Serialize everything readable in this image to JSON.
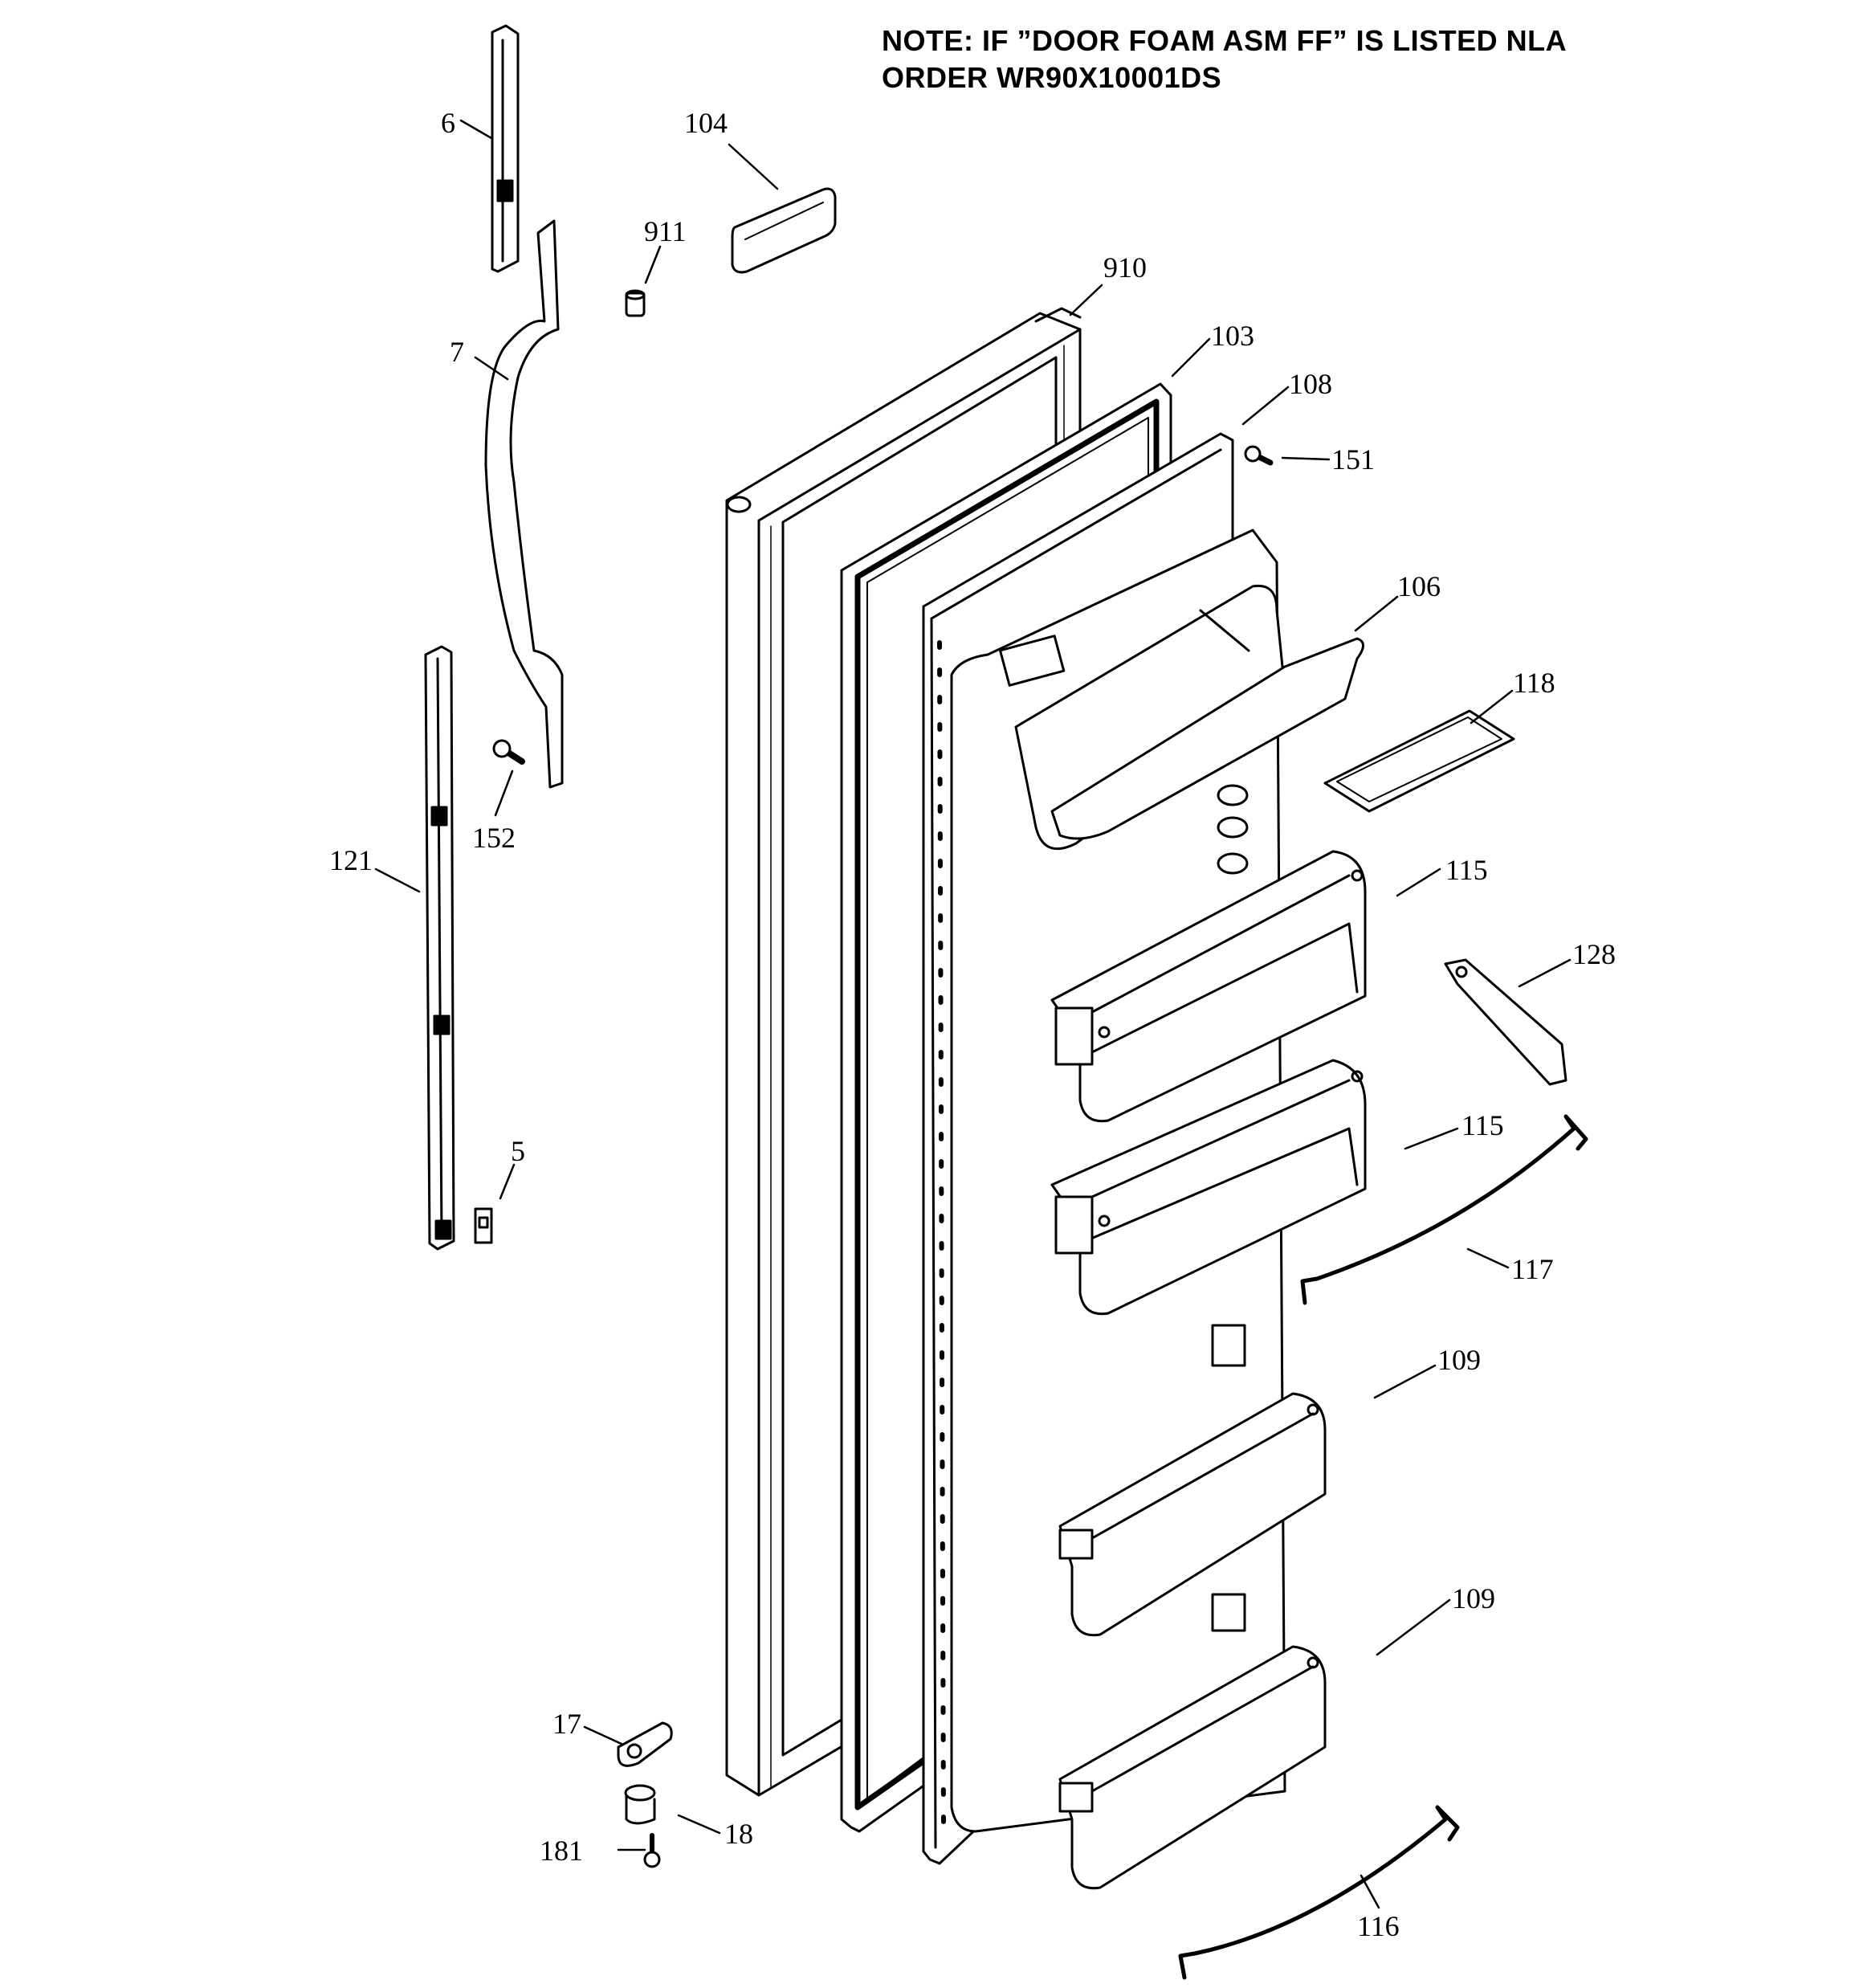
{
  "note": {
    "line1": "NOTE: IF ”DOOR FOAM ASM FF” IS LISTED NLA",
    "line2": "ORDER WR90X10001DS"
  },
  "callouts": {
    "p6": "6",
    "p104": "104",
    "p911": "911",
    "p910": "910",
    "p7": "7",
    "p103": "103",
    "p108": "108",
    "p151": "151",
    "p106": "106",
    "p118": "118",
    "p152": "152",
    "p121": "121",
    "p115a": "115",
    "p128": "128",
    "p115b": "115",
    "p5": "5",
    "p117": "117",
    "p109a": "109",
    "p109b": "109",
    "p17": "17",
    "p18": "18",
    "p181": "181",
    "p116": "116"
  },
  "colors": {
    "ink": "#000000",
    "paper": "#ffffff",
    "shade": "#f3f3f3"
  }
}
